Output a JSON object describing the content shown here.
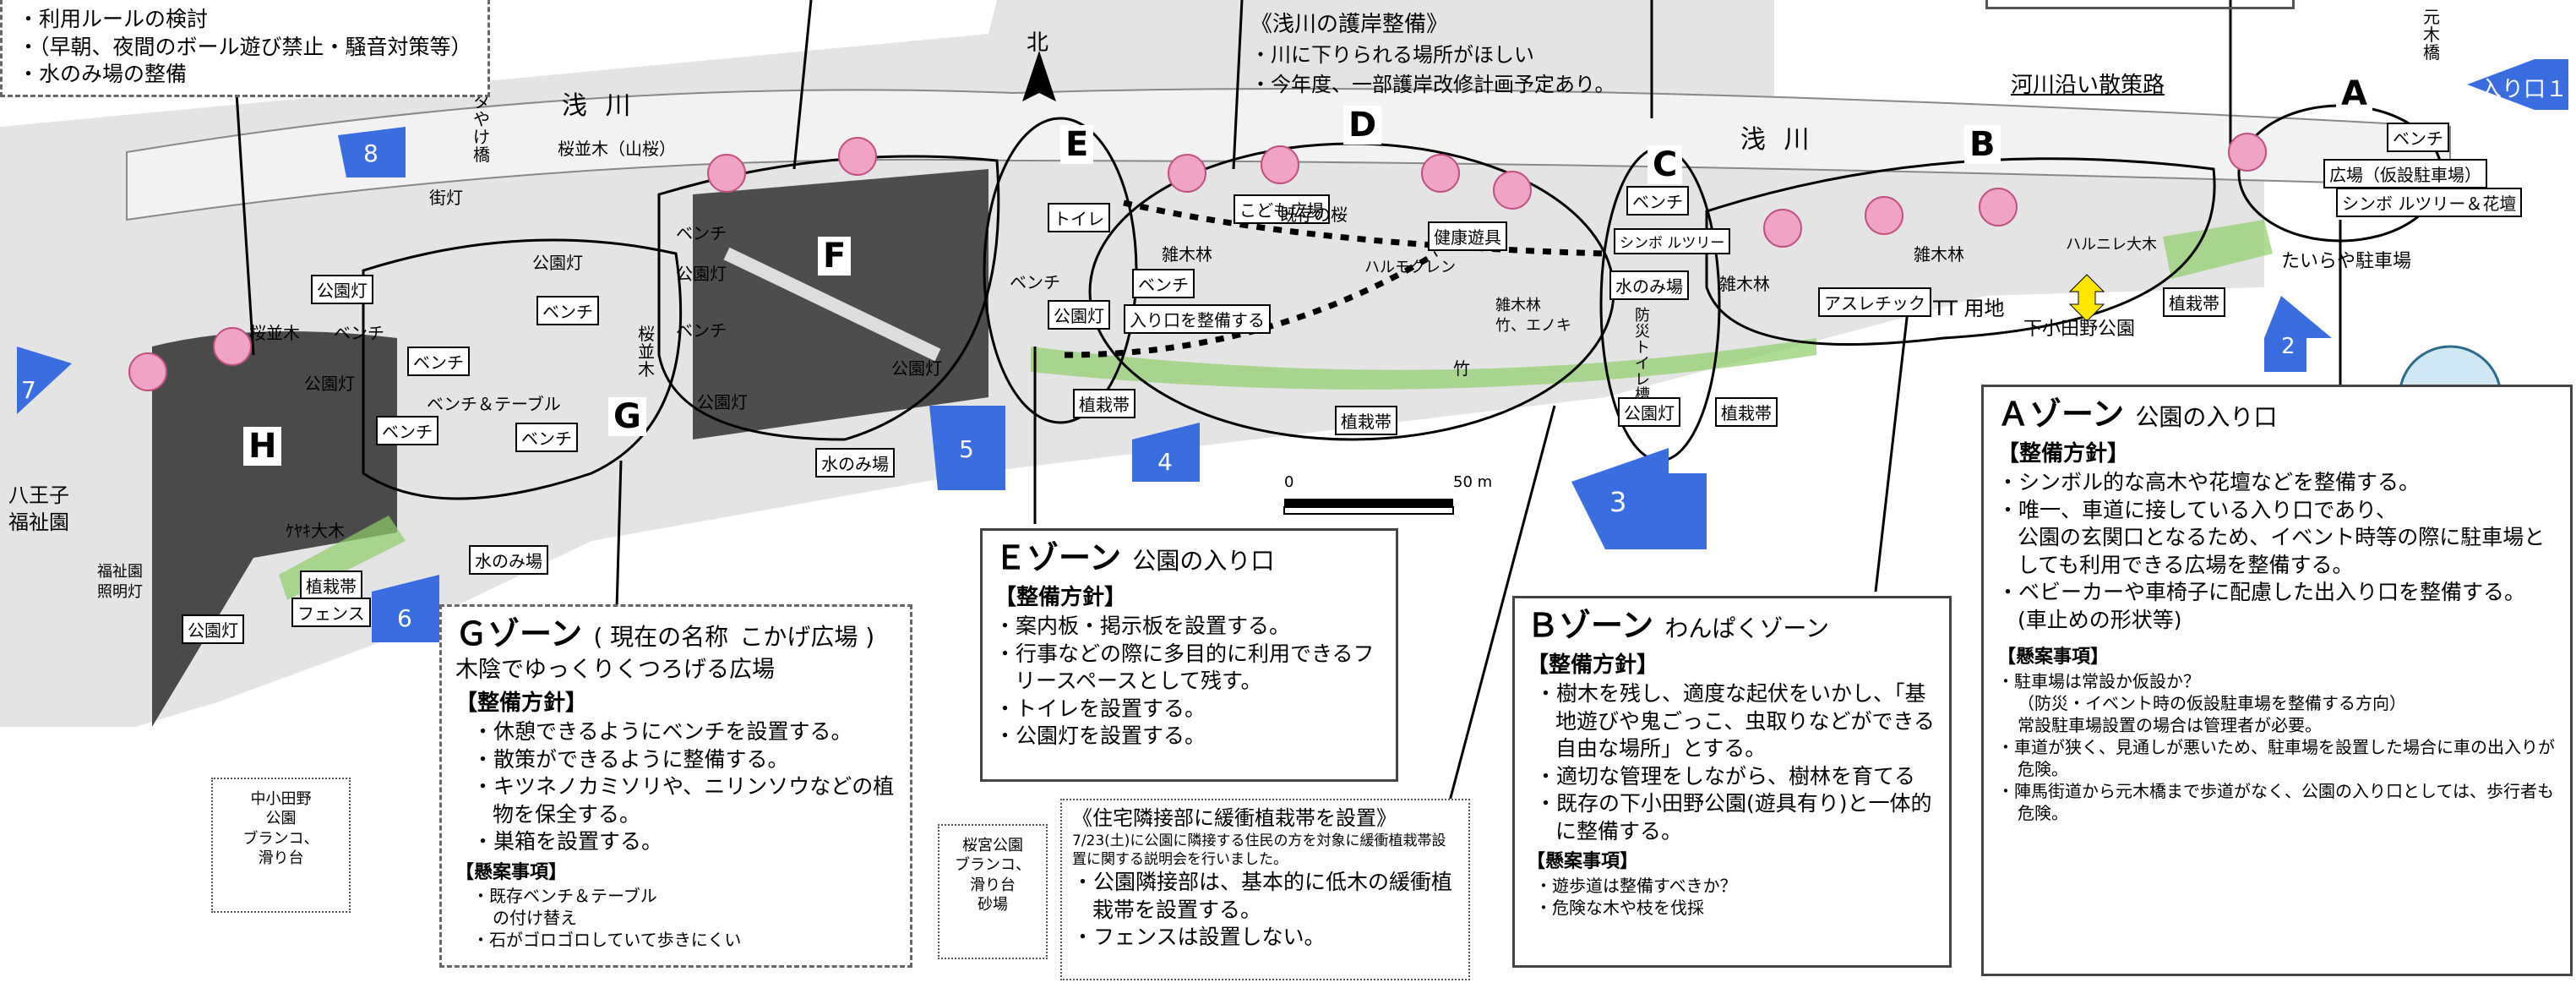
{
  "river": {
    "label_left": "浅 川",
    "label_right": "浅 川"
  },
  "roads": {
    "left_road": "街灯",
    "path": "河川沿い散策路",
    "ntt": "NTT 用地",
    "north": "北",
    "scale_0": "0",
    "scale_50": "50 m"
  },
  "place_names": {
    "hachioji": "八王子\n福祉園",
    "fukushien_light": "福祉園\n照明灯",
    "tayake_bridge": "タ\nや\nけ\n橋",
    "motohashi": "元\n木\n橋",
    "nakakohino_park": "中小田野\n公園\nブランコ、\n滑り台",
    "sakuramiya_park": "桜宮公園\nブランコ、\n滑り台\n砂場",
    "shimokohino_park": "下小田野公園",
    "tairaya_parking": "たいらや駐車場"
  },
  "zone_letters": [
    "A",
    "B",
    "C",
    "D",
    "E",
    "F",
    "G",
    "H"
  ],
  "entrances": [
    "入り口１",
    "2",
    "3",
    "4",
    "5",
    "6",
    "7",
    "8"
  ],
  "map_labels": {
    "bench": "ベンチ",
    "park_light": "公園灯",
    "toilet": "トイレ",
    "water": "水のみ場",
    "planting": "植栽帯",
    "fence": "フェンス",
    "bench_table": "ベンチ＆テーブル",
    "sakura_yama": "桜並木（山桜）",
    "sakura_namiki": "桜並木",
    "sakura_v": "桜\n並\n木",
    "keyaki": "ｹﾔｷ大木",
    "existing_sakura": "既存の桜",
    "zoukibayashi": "雑木林",
    "zouki_detail": "雑木林\n竹、エノキ",
    "bamboo": "竹",
    "harumonire": "ハルモクレン",
    "harunire": "ハルニレ大木",
    "kids_plaza": "こども広場",
    "health": "健康遊具",
    "athletic": "アスレチック",
    "symbol_tree": "シンボ ルツリー",
    "plaza": "広場（仮設駐車場）",
    "symbol_flower": "シンボ ルツリー＆花壇",
    "entrance_improve": "入り口を整備する",
    "bosai_toilet": "防\n災\nト\nイ\nレ\n槽"
  },
  "top_notes": {
    "left_items": [
      "利用ルールの検討",
      "（早朝、夜間のボール遊び禁止・騒音対策等）",
      "水のみ場の整備"
    ],
    "river_title": "《浅川の護岸整備》",
    "river_items": [
      "川に下りられる場所がほしい",
      "今年度、一部護岸改修計画予定あり。"
    ]
  },
  "zones": {
    "A": {
      "title": "Ａゾーン",
      "subtitle": "公園の入り口",
      "policy_head": "【整備方針】",
      "policy": [
        "シンボル的な高木や花壇などを整備する。",
        "唯一、車道に接している入り口であり、\n公園の玄関口となるため、イベント時等の際に駐車場としても利用できる広場を整備する。",
        "ベビーカーや車椅子に配慮した出入り口を整備する。\n(車止めの形状等)"
      ],
      "concern_head": "【懸案事項】",
      "concerns": [
        "駐車場は常設か仮設か？\n（防災・イベント時の仮設駐車場を整備する方向）\n常設駐車場設置の場合は管理者が必要。",
        "車道が狭く、見通しが悪いため、駐車場を設置した場合に車の出入りが危険。",
        "陣馬街道から元木橋まで歩道がなく、公園の入り口としては、歩行者も危険。"
      ]
    },
    "B": {
      "title": "Ｂゾーン",
      "subtitle": "わんぱくゾーン",
      "policy_head": "【整備方針】",
      "policy": [
        "樹木を残し、適度な起伏をいかし、「基地遊びや鬼ごっこ、虫取りなどができる自由な場所」とする。",
        "適切な管理をしながら、樹林を育てる",
        "既存の下小田野公園(遊具有り)と一体的に整備する。"
      ],
      "concern_head": "【懸案事項】",
      "concerns": [
        "遊歩道は整備すべきか？",
        "危険な木や枝を伐採"
      ]
    },
    "E": {
      "title": "Ｅゾーン",
      "subtitle": "公園の入り口",
      "policy_head": "【整備方針】",
      "policy": [
        "案内板・掲示板を設置する。",
        "行事などの際に多目的に利用できるフリースペースとして残す。",
        "トイレを設置する。",
        "公園灯を設置する。"
      ]
    },
    "G": {
      "title": "Ｇゾーン",
      "current_name_label": "( 現在の名称",
      "current_name": "こかげ広場 )",
      "desc": "木陰でゆっくりくつろげる広場",
      "policy_head": "【整備方針】",
      "policy": [
        "休憩できるようにベンチを設置する。",
        "散策ができるように整備する。",
        "キツネノカミソリや、ニリンソウなどの植物を保全する。",
        "巣箱を設置する。"
      ],
      "concern_head": "【懸案事項】",
      "concerns": [
        "既存ベンチ＆テーブル\nの付け替え",
        "石がゴロゴロしていて歩きにくい"
      ]
    }
  },
  "buffer_note": {
    "title": "《住宅隣接部に緩衝植栽帯を設置》",
    "note": "7/23(土)に公園に隣接する住民の方を対象に緩衝植栽帯設置に関する説明会を行いました。",
    "items": [
      "公園隣接部は、基本的に低木の緩衝植栽帯を設置する。",
      "フェンスは設置しない。"
    ]
  },
  "colors": {
    "arrow": "#3a6de0",
    "blossom": "#f0a3c4",
    "grass": "#7fbf5a",
    "dark_area": "#4a4a4a"
  }
}
